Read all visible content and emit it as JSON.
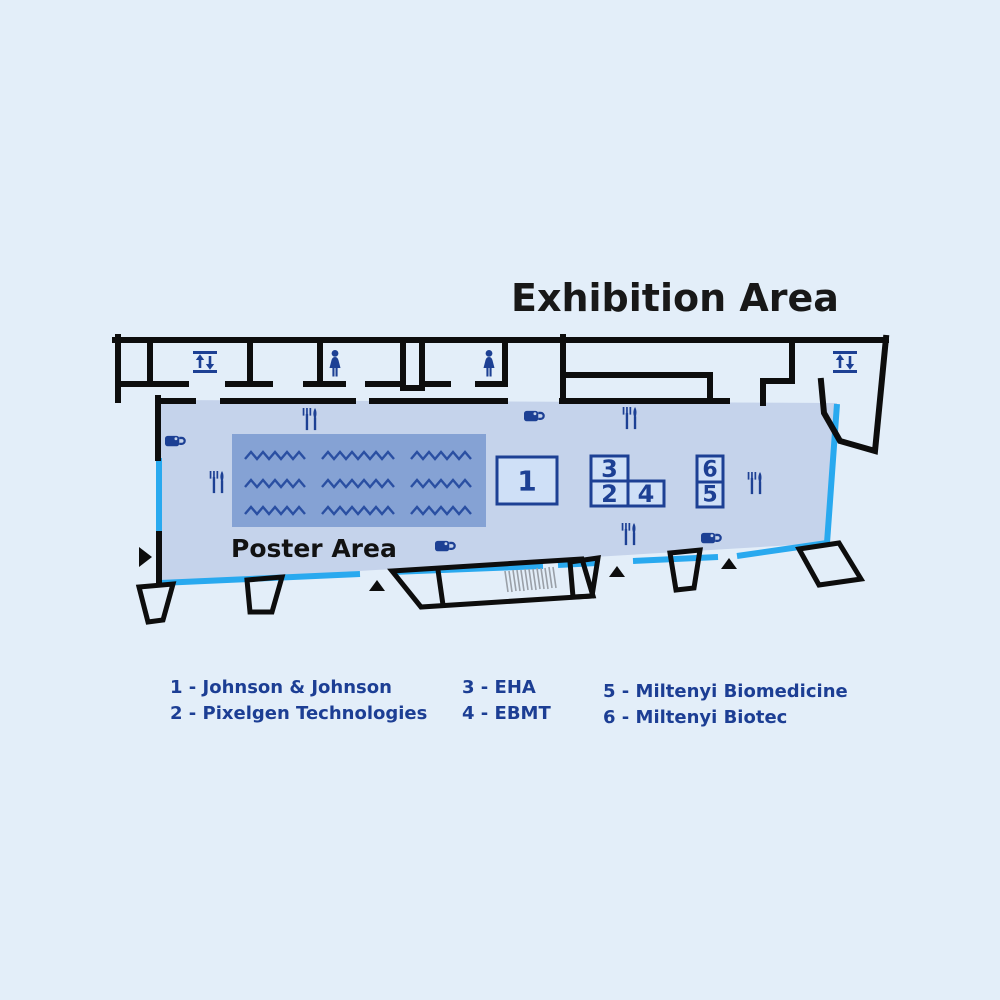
{
  "title": "Exhibition Area",
  "plan": {
    "poster_area_label": "Poster Area",
    "booths": [
      {
        "number": "1"
      },
      {
        "number": "2"
      },
      {
        "number": "3"
      },
      {
        "number": "4"
      },
      {
        "number": "5"
      },
      {
        "number": "6"
      }
    ],
    "icons": {
      "elevator": "elevator-icon",
      "restroom_women": "woman-icon",
      "food": "fork-knife-icon",
      "coffee": "coffee-cup-icon",
      "entrance": "entrance-triangle-marker",
      "stairs": "stairs-hatch"
    },
    "colors": {
      "background": "#e3eef9",
      "hall_fill": "#c5d3eb",
      "poster_fill": "#85a2d4",
      "booth_fill": "#cfe0f7",
      "navy": "#1d4094",
      "cyan_edge": "#29a9ef",
      "wall": "#0d0d0d"
    }
  },
  "legend": {
    "columns": [
      {
        "items": [
          "1 - Johnson & Johnson",
          "2 - Pixelgen Technologies"
        ]
      },
      {
        "items": [
          "3 - EHA",
          "4 - EBMT"
        ]
      },
      {
        "items": [
          "5 - Miltenyi Biomedicine",
          "6 - Miltenyi Biotec"
        ]
      }
    ]
  }
}
